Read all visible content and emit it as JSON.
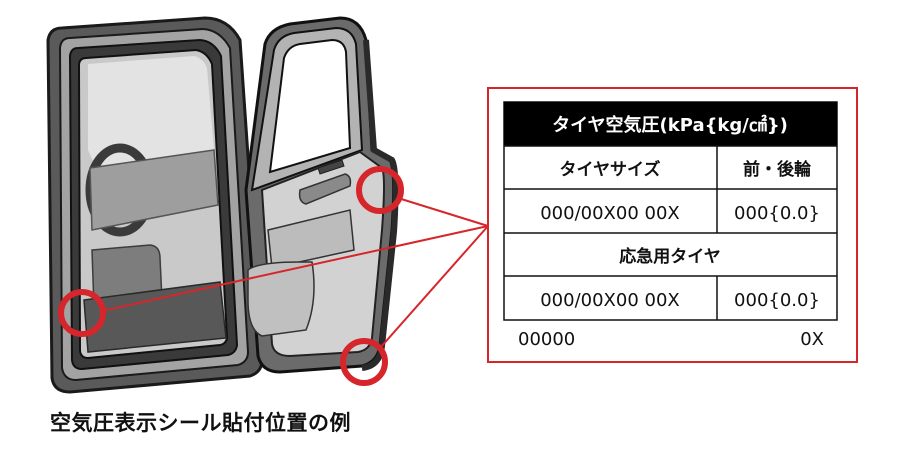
{
  "caption": "空気圧表示シール貼付位置の例",
  "label": {
    "header": "タイヤ空気圧(kPa{kg/㎠})",
    "col_tire_size": "タイヤサイズ",
    "col_axle": "前・後輪",
    "row1_size": "000/00X00 00X",
    "row1_pressure": "000{0.0}",
    "spare_heading": "応急用タイヤ",
    "row2_size": "000/00X00 00X",
    "row2_pressure": "000{0.0}",
    "footer_left": "00000",
    "footer_right": "0X"
  },
  "colors": {
    "accent": "#d6262b",
    "header_bg": "#000000",
    "door_frame": "#8a8a8a",
    "door_dark": "#2a2a2a",
    "interior": "#bdbdbd"
  }
}
